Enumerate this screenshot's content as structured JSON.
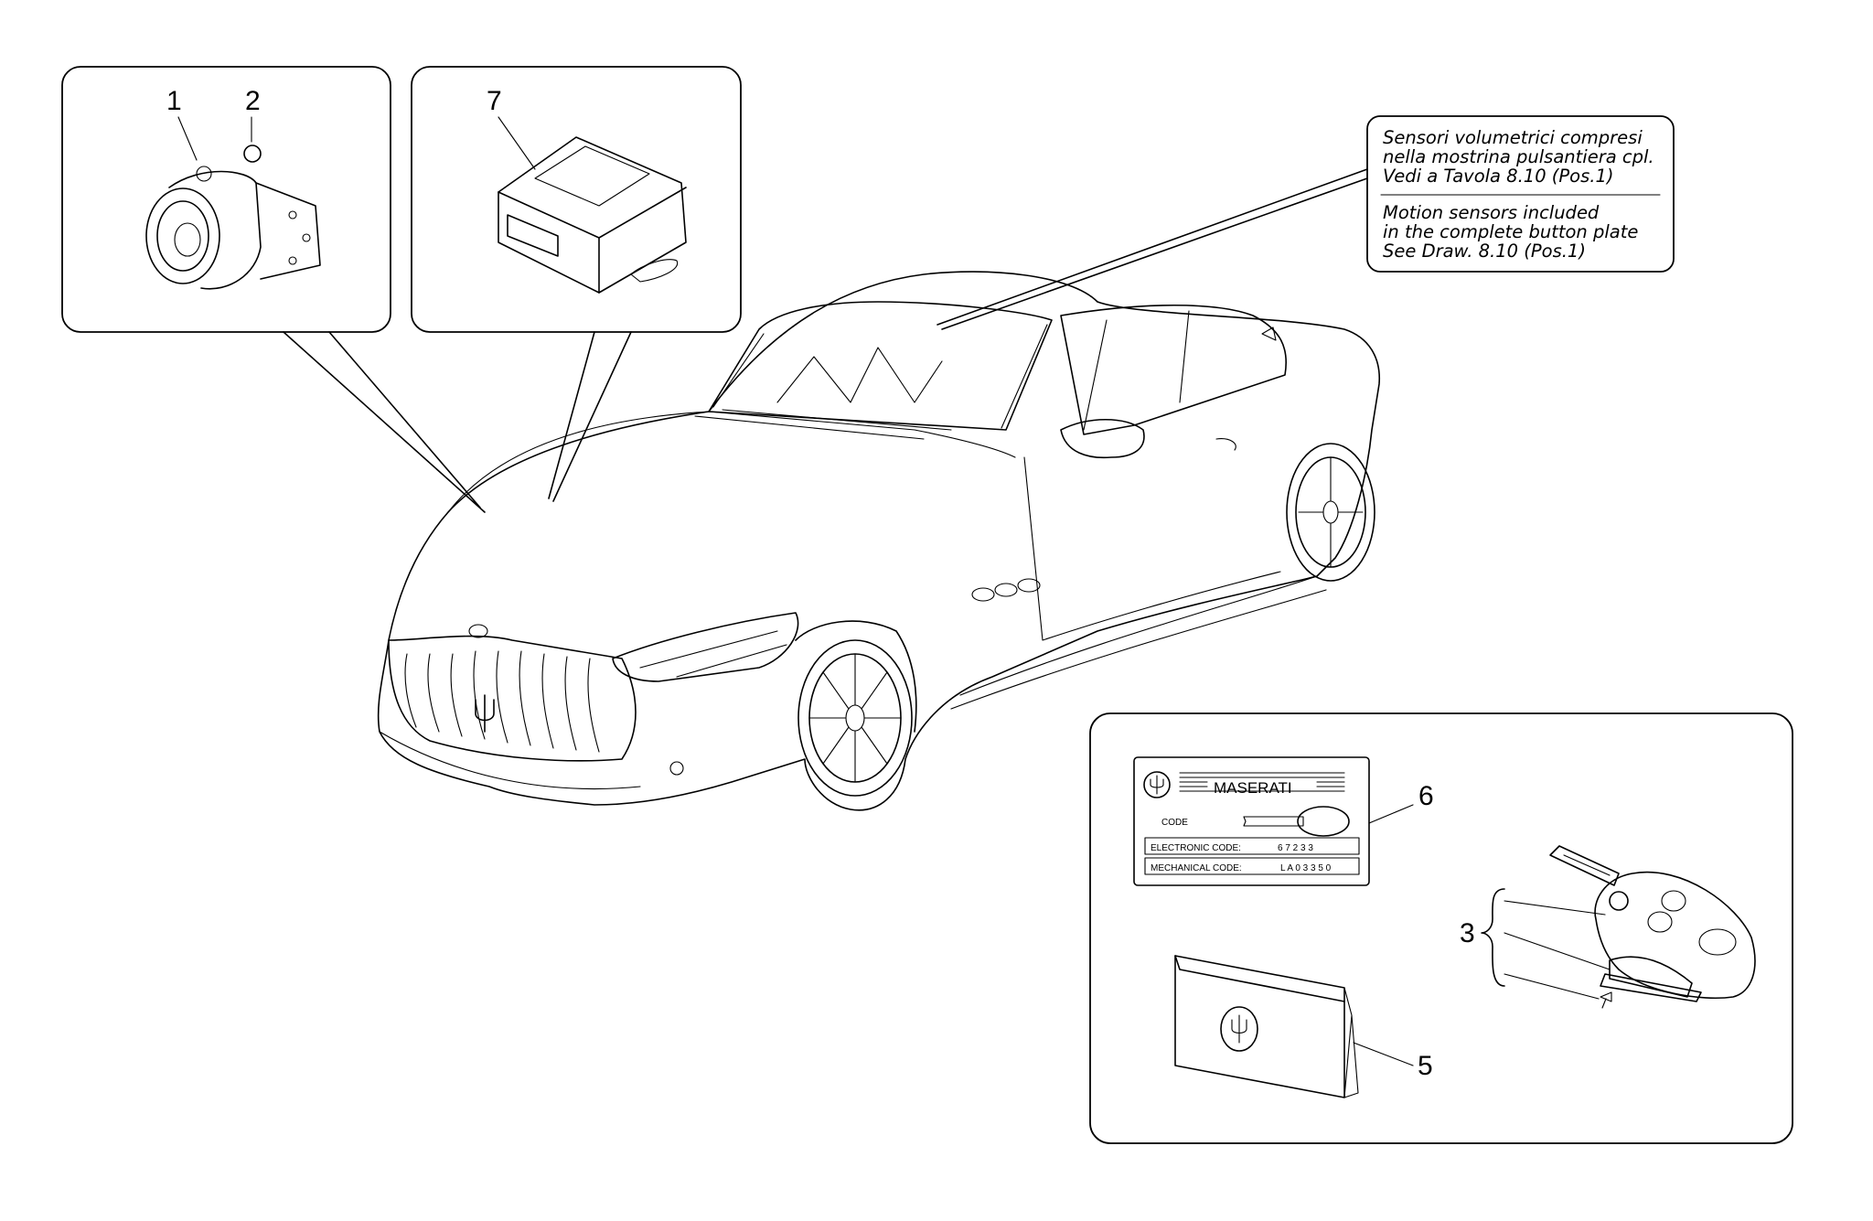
{
  "callouts": {
    "c1": "1",
    "c2": "2",
    "c3": "3",
    "c5": "5",
    "c6": "6",
    "c7": "7"
  },
  "note": {
    "it_lines": [
      "Sensori volumetrici compresi",
      "nella mostrina pulsantiera cpl.",
      "Vedi a Tavola 8.10 (Pos.1)"
    ],
    "en_lines": [
      "Motion sensors included",
      "in the complete button plate",
      "See Draw. 8.10 (Pos.1)"
    ]
  },
  "code_card": {
    "brand": "MASERATI",
    "code_label": "CODE",
    "electronic_label": "ELECTRONIC CODE:",
    "electronic_value": "6 7 2 3 3",
    "mechanical_label": "MECHANICAL CODE:",
    "mechanical_value": "L A 0 3 3 5 0"
  }
}
